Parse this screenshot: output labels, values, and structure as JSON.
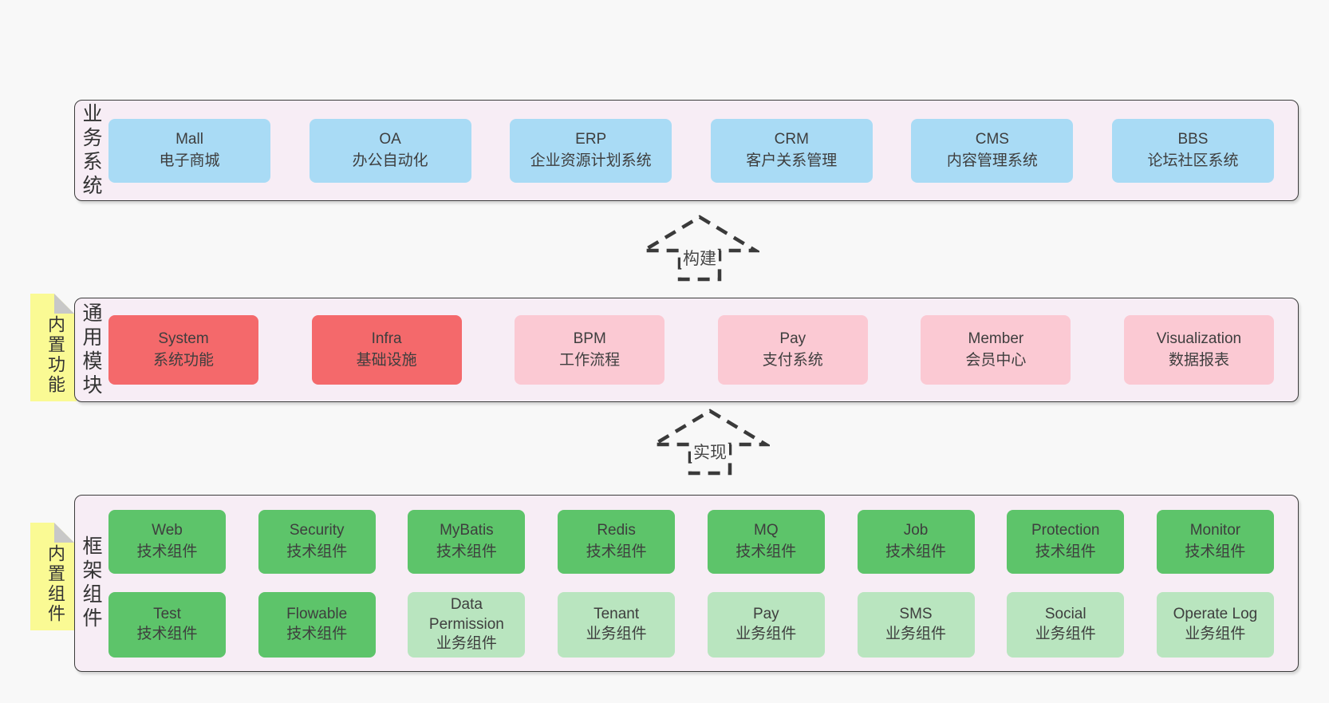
{
  "colors": {
    "page_bg": "#f8f8f8",
    "band_bg": "#f7edf5",
    "band_border": "#3c3c3c",
    "blue": "#a9dbf5",
    "red": "#f4696b",
    "pink": "#fbc9d3",
    "green": "#5dc46a",
    "green_light": "#b9e5bf",
    "yellow": "#fafa94",
    "fold_gray": "#c8c8c8",
    "text": "#3e3e3e",
    "dash": "#3a3a3a"
  },
  "bands": [
    {
      "id": "business-systems",
      "label": "业务系统",
      "items": [
        {
          "name": "Mall",
          "desc": "电子商城"
        },
        {
          "name": "OA",
          "desc": "办公自动化"
        },
        {
          "name": "ERP",
          "desc": "企业资源计划系统"
        },
        {
          "name": "CRM",
          "desc": "客户关系管理"
        },
        {
          "name": "CMS",
          "desc": "内容管理系统"
        },
        {
          "name": "BBS",
          "desc": "论坛社区系统"
        }
      ]
    },
    {
      "id": "common-modules",
      "label": "通用模块",
      "sticky": "内置功能",
      "items": [
        {
          "name": "System",
          "desc": "系统功能"
        },
        {
          "name": "Infra",
          "desc": "基础设施"
        },
        {
          "name": "BPM",
          "desc": "工作流程"
        },
        {
          "name": "Pay",
          "desc": "支付系统"
        },
        {
          "name": "Member",
          "desc": "会员中心"
        },
        {
          "name": "Visualization",
          "desc": "数据报表"
        }
      ]
    },
    {
      "id": "framework-components",
      "label": "框架组件",
      "sticky": "内置组件",
      "rows": [
        [
          {
            "name": "Web",
            "desc": "技术组件"
          },
          {
            "name": "Security",
            "desc": "技术组件"
          },
          {
            "name": "MyBatis",
            "desc": "技术组件"
          },
          {
            "name": "Redis",
            "desc": "技术组件"
          },
          {
            "name": "MQ",
            "desc": "技术组件"
          },
          {
            "name": "Job",
            "desc": "技术组件"
          },
          {
            "name": "Protection",
            "desc": "技术组件"
          },
          {
            "name": "Monitor",
            "desc": "技术组件"
          }
        ],
        [
          {
            "name": "Test",
            "desc": "技术组件"
          },
          {
            "name": "Flowable",
            "desc": "技术组件"
          },
          {
            "name": "Data Permission",
            "desc": "业务组件"
          },
          {
            "name": "Tenant",
            "desc": "业务组件"
          },
          {
            "name": "Pay",
            "desc": "业务组件"
          },
          {
            "name": "SMS",
            "desc": "业务组件"
          },
          {
            "name": "Social",
            "desc": "业务组件"
          },
          {
            "name": "Operate Log",
            "desc": "业务组件"
          }
        ]
      ]
    }
  ],
  "arrows": [
    {
      "label": "构建"
    },
    {
      "label": "实现"
    }
  ]
}
